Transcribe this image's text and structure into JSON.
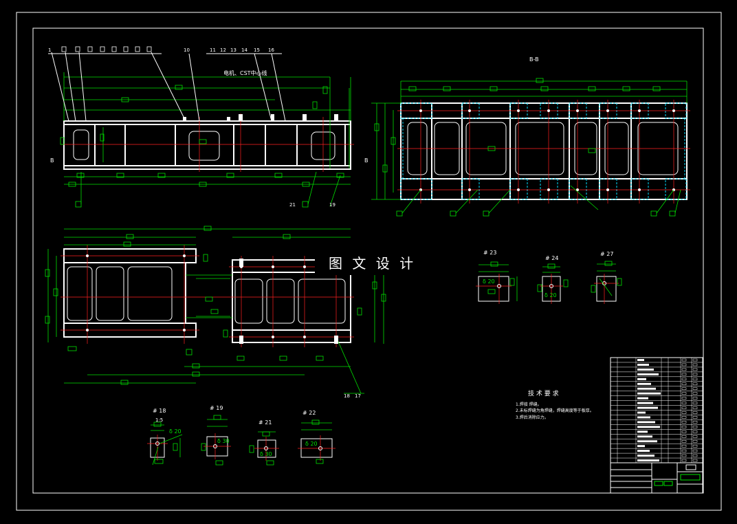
{
  "drawing": {
    "section_title": "B-B",
    "section_mark_left": "B",
    "section_mark_right": "B",
    "centerline_label": "电机、CST中心线",
    "watermark": "图 文 设 计",
    "callouts_top": [
      "1",
      "10",
      "11",
      "12",
      "13",
      "14",
      "15",
      "16"
    ],
    "callouts_bottom": [
      "21",
      "19"
    ],
    "callouts_plan": [
      "18",
      "17"
    ],
    "details": [
      {
        "id": "det-23",
        "title": "# 23",
        "dim": "δ 20"
      },
      {
        "id": "det-24",
        "title": "# 24",
        "dim": "δ 20"
      },
      {
        "id": "det-27",
        "title": "# 27",
        "dim": ""
      },
      {
        "id": "det-18",
        "title": "# 18",
        "scale": "1:5",
        "dim": "δ 20"
      },
      {
        "id": "det-19",
        "title": "# 19",
        "dim": "δ 30"
      },
      {
        "id": "det-21",
        "title": "# 21",
        "dim": "δ 30"
      },
      {
        "id": "det-22",
        "title": "# 22",
        "dim": "δ 20"
      }
    ],
    "tech_req": {
      "title": "技 术 要 求",
      "lines": [
        "1.焊接   焊缝。",
        "2.未标焊缝为角焊缝，焊缝高度等于板厚。",
        "3.焊后消除应力。"
      ]
    }
  }
}
